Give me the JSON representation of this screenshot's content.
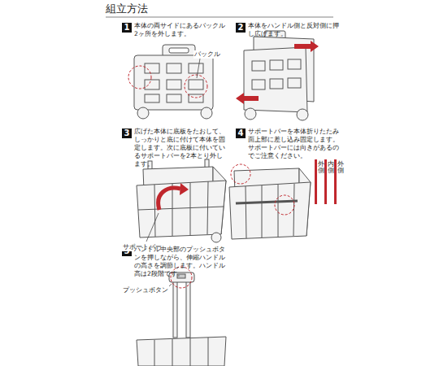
{
  "diagram": {
    "title": "組立方法",
    "nodes": [
      {
        "text": [
          "1"
        ]
      },
      {
        "text": [
          "2"
        ]
      },
      {
        "text": [
          "3"
        ]
      },
      {
        "text": [
          "4"
        ]
      },
      {
        "text": [
          "5"
        ]
      }
    ],
    "edges": [],
    "labels": [
      "本体の両サイドにあるバックル2ヶ所を外します。",
      "バックル",
      "本体をハンドル側と反対側に押し広げます。",
      "広げた本体に底板をたおして、しっかりと底に付けて本体を固定します。次に底板に付いているサポートバーを2本とり外します。",
      "サポートバーを本体折りたたみ面上部に差し込み固定します。サポートバーには向きがあるのでご注意ください。",
      "外側",
      "内側",
      "外側",
      "サポートバー",
      "ハンドル中央部のプッシュボタンを押しながら、伸縮ハンドルの高さを調節します。ハンドル高は2段階です。",
      "プッシュボタン"
    ]
  }
}
